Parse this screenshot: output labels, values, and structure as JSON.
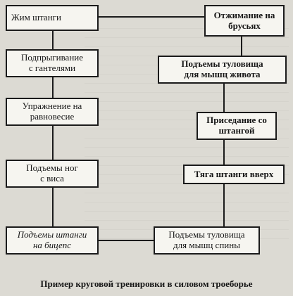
{
  "diagram": {
    "boxes": [
      {
        "id": "b1",
        "text": "Жим штанги"
      },
      {
        "id": "b2",
        "text": "Отжимание на\nбрусьях"
      },
      {
        "id": "b3",
        "text": "Подпрыгивание\nс гантелями"
      },
      {
        "id": "b4",
        "text": "Подъемы туловища\nдля мышц живота"
      },
      {
        "id": "b5",
        "text": "Упражнение на\nравновесие"
      },
      {
        "id": "b6",
        "text": "Приседание со\nштангой"
      },
      {
        "id": "b7",
        "text": "Подъемы ног\nс виса"
      },
      {
        "id": "b8",
        "text": "Тяга штанги вверх"
      },
      {
        "id": "b9",
        "text": "Подъемы штанги\nна бицепс"
      },
      {
        "id": "b10",
        "text": "Подъемы туловища\nдля мышц спины"
      }
    ],
    "caption": "Пример круговой тренировки в силовом троеборье"
  }
}
